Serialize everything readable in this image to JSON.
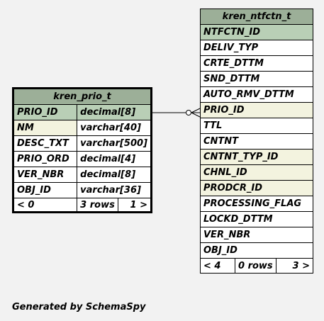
{
  "prio_table": {
    "name": "kren_prio_t",
    "columns": [
      {
        "name": "PRIO_ID",
        "type": "decimal[8]",
        "role": "pk"
      },
      {
        "name": "NM",
        "type": "varchar[40]",
        "role": "fk"
      },
      {
        "name": "DESC_TXT",
        "type": "varchar[500]",
        "role": ""
      },
      {
        "name": "PRIO_ORD",
        "type": "decimal[4]",
        "role": ""
      },
      {
        "name": "VER_NBR",
        "type": "decimal[8]",
        "role": ""
      },
      {
        "name": "OBJ_ID",
        "type": "varchar[36]",
        "role": ""
      }
    ],
    "footer": {
      "left": "< 0",
      "middle": "3 rows",
      "right": "1 >"
    }
  },
  "ntfctn_table": {
    "name": "kren_ntfctn_t",
    "columns": [
      {
        "name": "NTFCTN_ID",
        "role": "pk"
      },
      {
        "name": "DELIV_TYP",
        "role": ""
      },
      {
        "name": "CRTE_DTTM",
        "role": ""
      },
      {
        "name": "SND_DTTM",
        "role": ""
      },
      {
        "name": "AUTO_RMV_DTTM",
        "role": ""
      },
      {
        "name": "PRIO_ID",
        "role": "fk"
      },
      {
        "name": "TTL",
        "role": ""
      },
      {
        "name": "CNTNT",
        "role": ""
      },
      {
        "name": "CNTNT_TYP_ID",
        "role": "fk"
      },
      {
        "name": "CHNL_ID",
        "role": "fk"
      },
      {
        "name": "PRODCR_ID",
        "role": "fk"
      },
      {
        "name": "PROCESSING_FLAG",
        "role": ""
      },
      {
        "name": "LOCKD_DTTM",
        "role": ""
      },
      {
        "name": "VER_NBR",
        "role": ""
      },
      {
        "name": "OBJ_ID",
        "role": ""
      }
    ],
    "footer": {
      "left": "< 4",
      "middle": "0 rows",
      "right": "3 >"
    }
  },
  "relationship": {
    "from": "kren_ntfctn_t.PRIO_ID",
    "to": "kren_prio_t.PRIO_ID"
  },
  "generated_by": "Generated by SchemaSpy",
  "colors": {
    "title_bg": "#9caf98",
    "pk_bg": "#b9cfb6",
    "fk_bg": "#f3f3df",
    "page_bg": "#f2f2f2"
  }
}
